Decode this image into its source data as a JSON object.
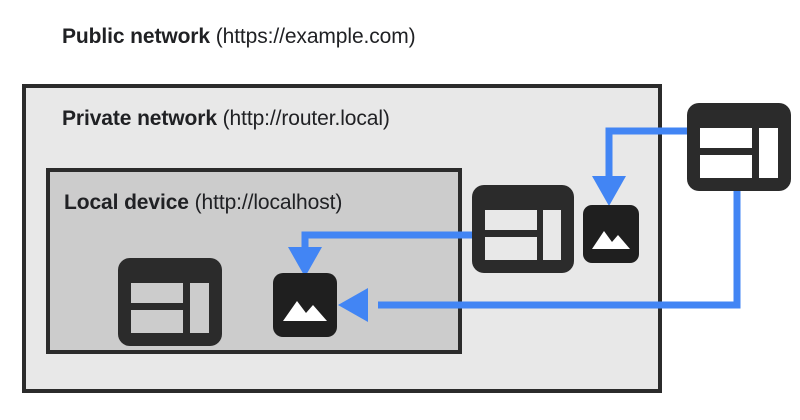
{
  "diagram": {
    "title": "Private Network Access diagram",
    "colors": {
      "arrow_blue": "#4285F4",
      "icon_dark": "#2b2b2b",
      "public_zone_fill": "#E8E8E8",
      "private_zone_fill": "#CCCCCC",
      "border": "#2B2B2B",
      "page_background": "#FFFFFF",
      "text": "#202124"
    },
    "zones": [
      {
        "id": "public",
        "name_bold": "Public network",
        "origin": "(https://example.com)",
        "fill": "#FFFFFF"
      },
      {
        "id": "private",
        "name_bold": "Private network",
        "origin": "(http://router.local)",
        "fill": "#E8E8E8"
      },
      {
        "id": "local",
        "name_bold": "Local device",
        "origin": "(http://localhost)",
        "fill": "#CCCCCC"
      }
    ],
    "nodes": [
      {
        "id": "localhost-page",
        "icon": "browser-window-icon",
        "zone": "local",
        "label": ""
      },
      {
        "id": "localhost-resource",
        "icon": "image-icon",
        "zone": "local",
        "label": ""
      },
      {
        "id": "router-page",
        "icon": "browser-window-icon",
        "zone": "private",
        "label": ""
      },
      {
        "id": "router-resource",
        "icon": "image-icon",
        "zone": "private",
        "label": ""
      },
      {
        "id": "public-page",
        "icon": "browser-window-icon",
        "zone": "public",
        "label": ""
      }
    ],
    "arrows": [
      {
        "id": "router-page-to-localhost-resource",
        "from": "router-page",
        "to": "localhost-resource",
        "color": "#4285F4"
      },
      {
        "id": "public-page-to-router-resource",
        "from": "public-page",
        "to": "router-resource",
        "color": "#4285F4"
      },
      {
        "id": "public-page-to-localhost-resource",
        "from": "public-page",
        "to": "localhost-resource",
        "color": "#4285F4"
      }
    ]
  }
}
